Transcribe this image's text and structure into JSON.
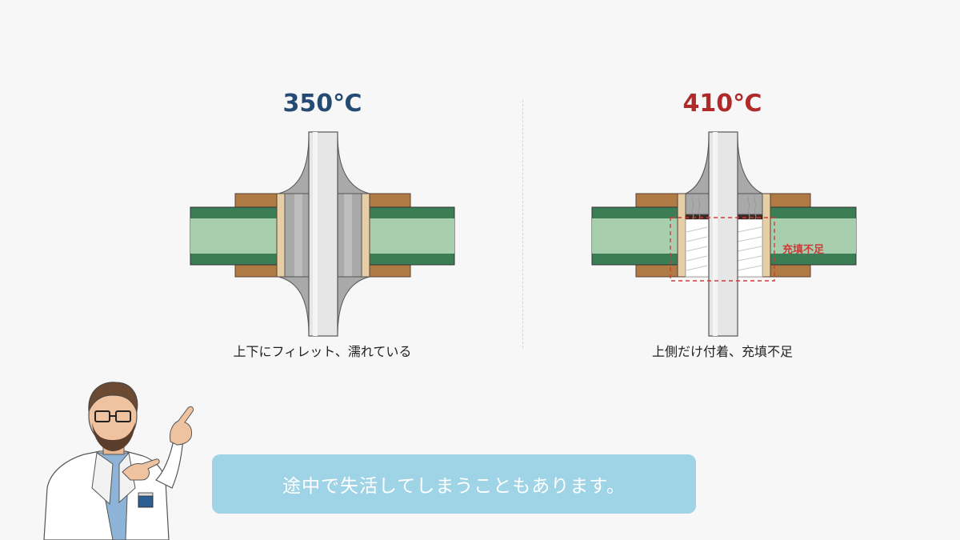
{
  "left_panel": {
    "temperature": "350℃",
    "caption": "上下にフィレット、濡れている",
    "title_color": "#254a73"
  },
  "right_panel": {
    "temperature": "410℃",
    "caption": "上側だけ付着、充填不足",
    "defect_label": "充填不足",
    "title_color": "#b02a2a",
    "defect_color": "#d23a3a"
  },
  "subtitle": {
    "text": "途中で失活してしまうこともあります。",
    "background": "#9fd3e6"
  },
  "colors": {
    "pcb_dark": "#3b7e55",
    "pcb_light": "#a8cfad",
    "copper": "#b07a45",
    "copper_plating": "#e6cfa6",
    "solder": "#a9a9a9",
    "pin": "#e6e6e6"
  },
  "icons": {
    "presenter": "scientist-avatar-icon"
  }
}
